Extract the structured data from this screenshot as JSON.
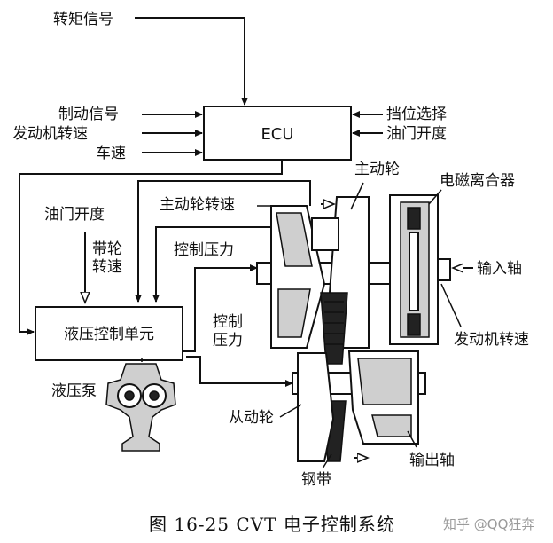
{
  "labels": {
    "torque_signal": "转矩信号",
    "brake_signal": "制动信号",
    "engine_speed_in": "发动机转速",
    "vehicle_speed": "车速",
    "ecu": "ECU",
    "gear_select": "挡位选择",
    "throttle_top": "油门开度",
    "drive_pulley": "主动轮",
    "em_clutch": "电磁离合器",
    "drive_pulley_speed": "主动轮转速",
    "throttle_left": "油门开度",
    "belt_speed_1": "带轮",
    "belt_speed_2": "转速",
    "control_pressure_top": "控制压力",
    "input_shaft": "输入轴",
    "control_pressure_mid_1": "控制",
    "control_pressure_mid_2": "压力",
    "hydraulic_unit": "液压控制单元",
    "engine_speed_out": "发动机转速",
    "hydraulic_pump": "液压泵",
    "driven_pulley": "从动轮",
    "output_shaft": "输出轴",
    "steel_belt": "钢带"
  },
  "caption": "图 16-25   CVT 电子控制系统",
  "watermark": "知乎 @QQ狂奔",
  "colors": {
    "ink": "#111111",
    "oil": "#cfcfcf",
    "watermark": "#9a9a9a"
  }
}
